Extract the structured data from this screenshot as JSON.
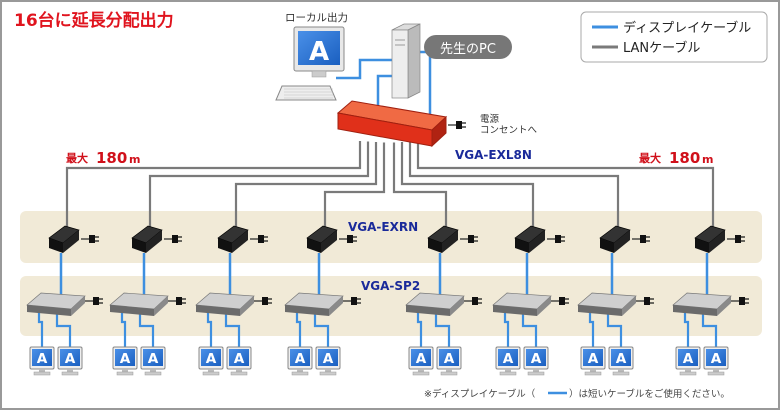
{
  "title": "16台に延長分配出力",
  "legend": {
    "display_cable": "ディスプレイケーブル",
    "lan_cable": "LANケーブル"
  },
  "labels": {
    "local_output": "ローカル出力",
    "teacher_pc": "先生のPC",
    "power": "電源",
    "outlet": "コンセントへ",
    "main_unit": "VGA-EXL8N",
    "receiver": "VGA-EXRN",
    "splitter": "VGA-SP2",
    "max_left": "最大",
    "max_left_value": "180",
    "max_left_unit": "m",
    "max_right": "最大",
    "max_right_value": "180",
    "max_right_unit": "m",
    "monitor_letter": "A"
  },
  "note": {
    "prefix": "※ディスプレイケーブル（",
    "suffix": "）は短いケーブルをご使用ください。"
  },
  "colors": {
    "title": "#e0141e",
    "display_cable": "#3d8fe0",
    "lan_cable": "#7a7a7a",
    "band": "#f1ead7",
    "main_unit": "#e83a1c",
    "label_blue": "#1a2a9a",
    "max_label": "#d0101a"
  }
}
